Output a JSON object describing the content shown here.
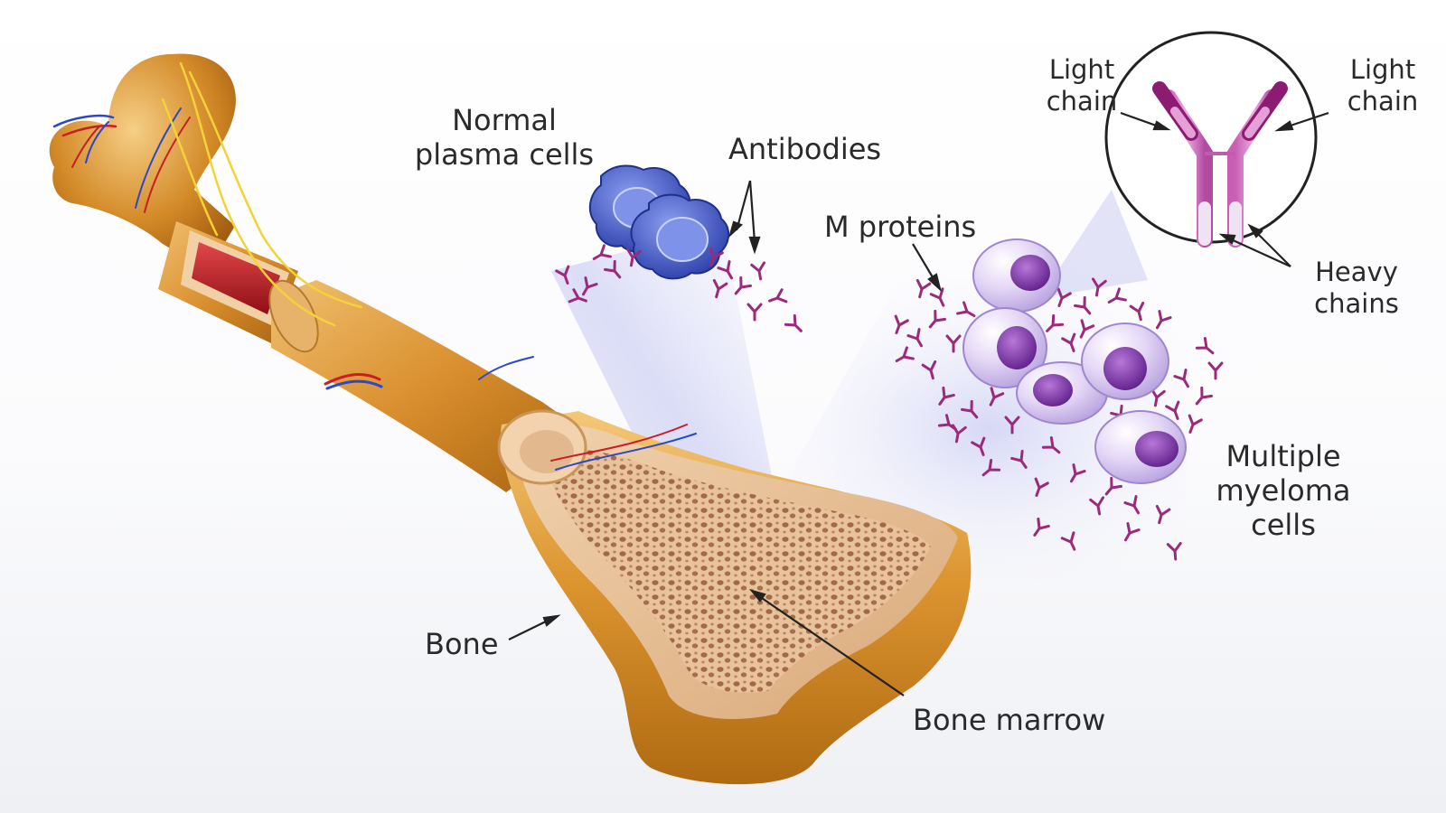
{
  "labels": {
    "normal_plasma_cells": [
      "Normal",
      "plasma cells"
    ],
    "antibodies": "Antibodies",
    "m_proteins": "M proteins",
    "light_chain_left": [
      "Light",
      "chain"
    ],
    "light_chain_right": [
      "Light",
      "chain"
    ],
    "heavy_chains": [
      "Heavy",
      "chains"
    ],
    "multiple_myeloma_cells": [
      "Multiple",
      "myeloma",
      "cells"
    ],
    "bone": "Bone",
    "bone_marrow": "Bone marrow"
  },
  "colors": {
    "bone": "#d98f2e",
    "bone_light": "#f2c572",
    "marrow": "#e9c59a",
    "vessel_red": "#c81e24",
    "nerve_yellow": "#f3d23a",
    "normal_cell": "#3e56c8",
    "myeloma_cell": "#d8c8f0",
    "nucleus": "#7d3aa8",
    "antibody": "#9b2a7b",
    "antibody_highlight": "#e287d0",
    "text": "#2a2a2a"
  }
}
